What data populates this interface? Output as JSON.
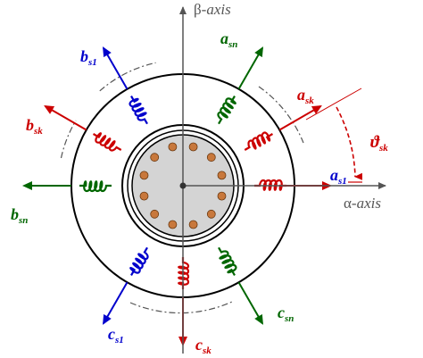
{
  "colors": {
    "phase_a": "#cc0000",
    "phase_b": "#0000cc",
    "phase_c": "#006600",
    "axis": "#555555",
    "rotor_fill": "#d4d4d4",
    "conductor": "#c8783c"
  },
  "axes": {
    "beta": {
      "greek": "β-",
      "word": "axis"
    },
    "alpha": {
      "greek": "α-",
      "word": "axis"
    }
  },
  "angle": {
    "symbol": "ϑ",
    "sub": "sk"
  },
  "windings": [
    {
      "id": "a-s1",
      "phase": "a",
      "base": "a",
      "sub": "s1"
    },
    {
      "id": "a-sk",
      "phase": "a",
      "base": "a",
      "sub": "sk"
    },
    {
      "id": "a-sn",
      "phase": "c",
      "base": "a",
      "sub": "sn"
    },
    {
      "id": "b-s1",
      "phase": "b",
      "base": "b",
      "sub": "s1"
    },
    {
      "id": "b-sk",
      "phase": "a",
      "base": "b",
      "sub": "sk"
    },
    {
      "id": "b-sn",
      "phase": "c",
      "base": "b",
      "sub": "sn"
    },
    {
      "id": "c-s1",
      "phase": "b",
      "base": "c",
      "sub": "s1"
    },
    {
      "id": "c-sk",
      "phase": "a",
      "base": "c",
      "sub": "sk"
    },
    {
      "id": "c-sn",
      "phase": "c",
      "base": "c",
      "sub": "sn"
    }
  ]
}
